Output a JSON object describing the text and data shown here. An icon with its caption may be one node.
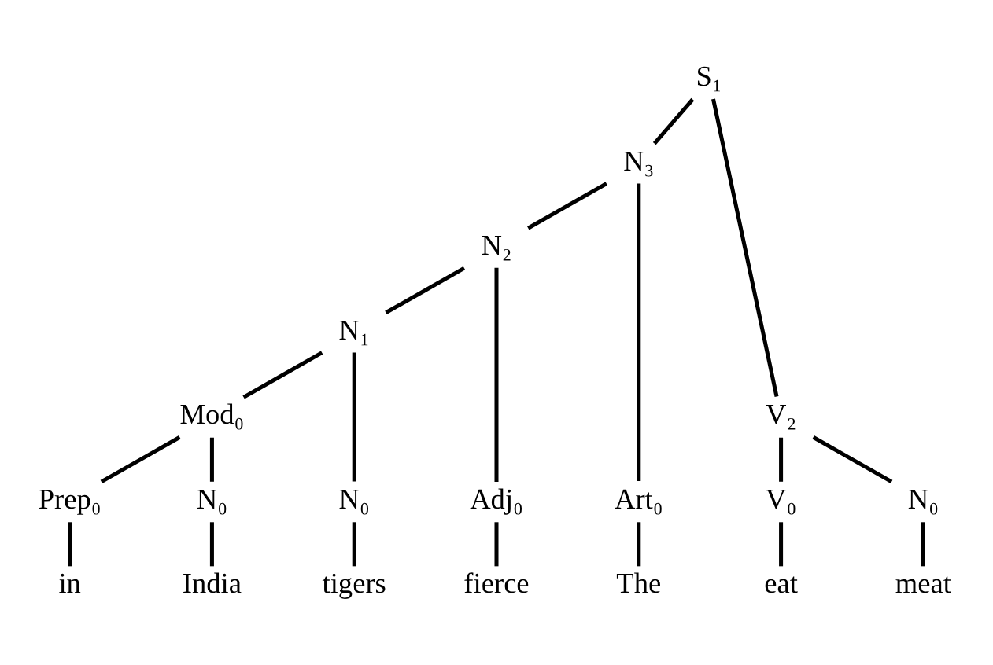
{
  "diagram": {
    "nodes": [
      {
        "text": [
          "S₁"
        ]
      },
      {
        "text": [
          "N₃"
        ]
      },
      {
        "text": [
          "N₂"
        ]
      },
      {
        "text": [
          "N₁"
        ]
      },
      {
        "text": [
          "Mod₀"
        ]
      },
      {
        "text": [
          "V₂"
        ]
      },
      {
        "text": [
          "Art₀"
        ]
      },
      {
        "text": [
          "Adj₀"
        ]
      },
      {
        "text": [
          "N₀"
        ]
      },
      {
        "text": [
          "Prep₀"
        ]
      },
      {
        "text": [
          "N₀"
        ]
      },
      {
        "text": [
          "V₀"
        ]
      },
      {
        "text": [
          "N₀"
        ]
      },
      {
        "text": [
          "The"
        ]
      },
      {
        "text": [
          "fierce"
        ]
      },
      {
        "text": [
          "tigers"
        ]
      },
      {
        "text": [
          "in"
        ]
      },
      {
        "text": [
          "India"
        ]
      },
      {
        "text": [
          "eat"
        ]
      },
      {
        "text": [
          "meat"
        ]
      }
    ],
    "edges": [
      {
        "from": 0,
        "to": 1,
        "arrow": "none"
      },
      {
        "from": 0,
        "to": 5,
        "arrow": "none"
      },
      {
        "from": 1,
        "to": 6,
        "arrow": "none"
      },
      {
        "from": 1,
        "to": 2,
        "arrow": "none"
      },
      {
        "from": 2,
        "to": 7,
        "arrow": "none"
      },
      {
        "from": 2,
        "to": 3,
        "arrow": "none"
      },
      {
        "from": 3,
        "to": 8,
        "arrow": "none"
      },
      {
        "from": 3,
        "to": 4,
        "arrow": "none"
      },
      {
        "from": 4,
        "to": 9,
        "arrow": "none"
      },
      {
        "from": 4,
        "to": 10,
        "arrow": "none"
      },
      {
        "from": 5,
        "to": 11,
        "arrow": "none"
      },
      {
        "from": 5,
        "to": 12,
        "arrow": "none"
      },
      {
        "from": 6,
        "to": 13,
        "arrow": "none"
      },
      {
        "from": 7,
        "to": 14,
        "arrow": "none"
      },
      {
        "from": 8,
        "to": 15,
        "arrow": "none"
      },
      {
        "from": 9,
        "to": 16,
        "arrow": "none"
      },
      {
        "from": 10,
        "to": 17,
        "arrow": "none"
      },
      {
        "from": 11,
        "to": 18,
        "arrow": "none"
      },
      {
        "from": 12,
        "to": 19,
        "arrow": "none"
      }
    ]
  }
}
